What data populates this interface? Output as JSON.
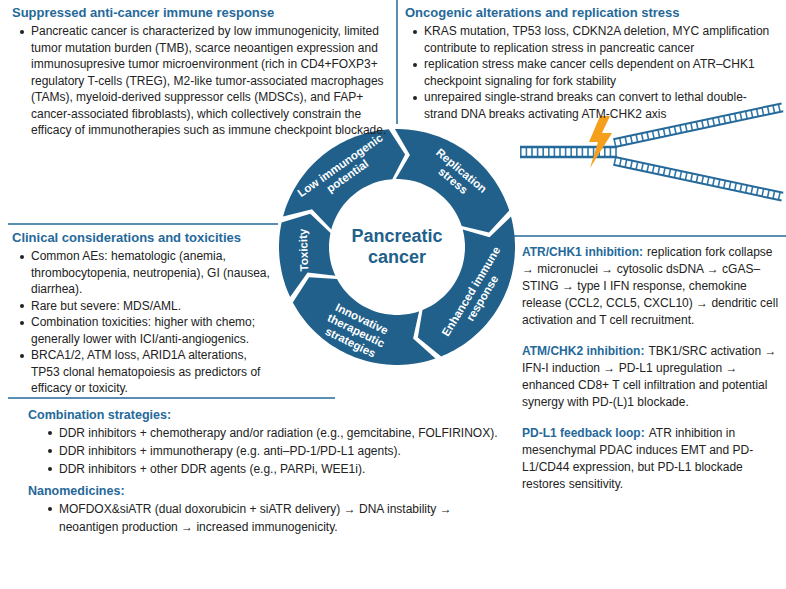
{
  "diagram": {
    "nodes": [
      {
        "text": [
          "Pancreatic cancer"
        ]
      },
      {
        "text": [
          "Low immunogenic potential"
        ]
      },
      {
        "text": [
          "Replication stress"
        ]
      },
      {
        "text": [
          "Enhanced immune response"
        ]
      },
      {
        "text": [
          "Innovative therapeutic strategies"
        ]
      },
      {
        "text": [
          "Toxicity"
        ]
      }
    ],
    "labels": [
      "Suppressed anti-cancer immune response",
      "Pancreatic cancer is characterized by low immunogenicity, limited tumor mutation burden (TMB), scarce neoantigen expression and immunosupresive tumor microenvironment (rich in CD4+FOXP3+ regulatory T-cells (TREG), M2-like tumor-associated macrophages (TAMs), myeloid-derived suppressor cells (MDSCs), and FAP+ cancer-associated fibroblasts), which collectively constrain the efficacy of immunotherapies such as immune checkpoint blockade.",
      "Oncogenic alterations and replication stress",
      "KRAS mutation, TP53 loss, CDKN2A deletion, MYC amplification contribute to replication stress in pancreatic cancer",
      "replication stress make cancer cells dependent on ATR–CHK1 checkpoint signaling for fork stability",
      "unrepaired single-strand breaks can convert to lethal double-strand DNA breaks activating ATM-CHK2 axis",
      "Clinical considerations and toxicities",
      "Common AEs: hematologic (anemia, thrombocytopenia, neutropenia), GI (nausea, diarrhea).",
      "Rare but severe: MDS/AML.",
      "Combination toxicities: higher with chemo; generally lower with ICI/anti-angiogenics.",
      "BRCA1/2, ATM loss, ARID1A alterations, TP53 clonal hematopoiesis as predictors of efficacy or toxicity.",
      "ATR/CHK1 inhibition:",
      "replication fork collapse → micronuclei → cytosolic dsDNA → cGAS–STING → type I IFN response, chemokine release (CCL2, CCL5, CXCL10) → dendritic cell activation and T cell recruitment.",
      "ATM/CHK2 inhibition:",
      "TBK1/SRC activation → IFN-I induction → PD-L1 upregulation → enhanced CD8+ T cell infiltration and potential synergy with PD-(L)1 blockade.",
      "PD-L1 feedback loop:",
      "ATR inhibition in mesenchymal PDAC induces EMT and PD-L1/CD44 expression, but PD-L1 blockade restores sensitivity.",
      "Combination strategies:",
      "DDR inhibitors + chemotherapy and/or radiation (e.g., gemcitabine, FOLFIRINOX).",
      "DDR inhibitors + immunotherapy (e.g. anti–PD-1/PD-L1 agents).",
      "DDR inhibitors + other DDR agents (e.g., PARPi, WEE1i).",
      "Nanomedicines:",
      "MOFDOX&siATR (dual doxorubicin + siATR delivery) → DNA instability → neoantigen production → increased immunogenicity."
    ]
  }
}
